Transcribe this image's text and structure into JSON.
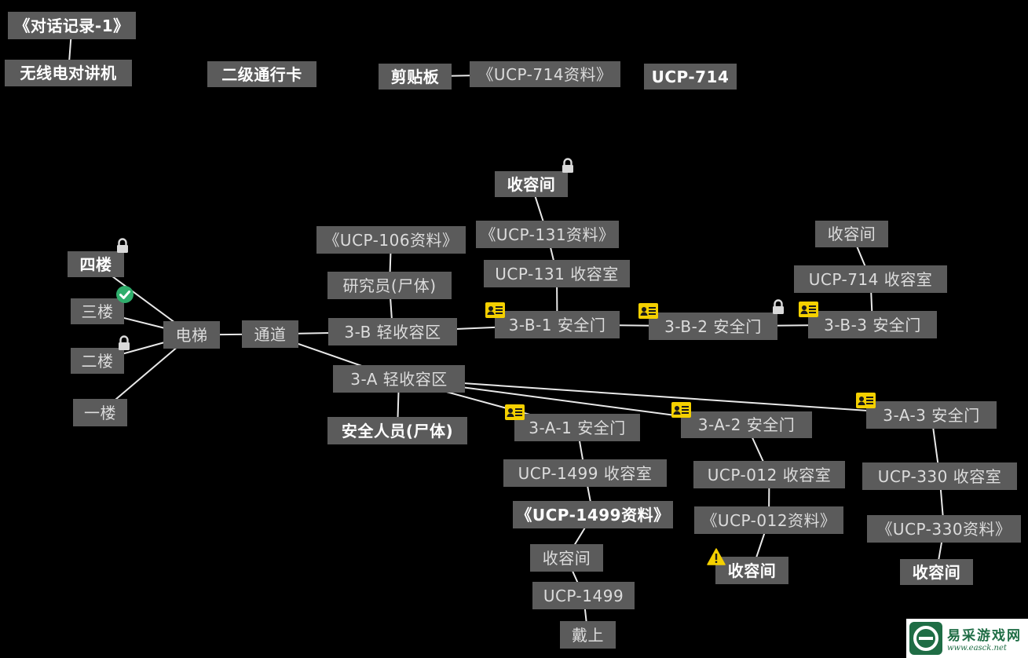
{
  "nodes": {
    "dialog_log": "《对话记录-1》",
    "radio": "无线电对讲机",
    "level2_card": "二级通行卡",
    "clipboard": "剪贴板",
    "ucp714_doc": "《UCP-714资料》",
    "ucp714": "UCP-714",
    "floor4": "四楼",
    "floor3": "三楼",
    "floor2": "二楼",
    "floor1": "一楼",
    "elevator": "电梯",
    "corridor": "通道",
    "zone_3b": "3-B 轻收容区",
    "zone_3a": "3-A 轻收容区",
    "ucp106_doc": "《UCP-106资料》",
    "researcher": "研究员(尸体)",
    "guard": "安全人员(尸体)",
    "cell_top": "收容间",
    "ucp131_doc": "《UCP-131资料》",
    "ucp131_room": "UCP-131 收容室",
    "door_3b1": "3-B-1 安全门",
    "door_3b2": "3-B-2 安全门",
    "door_3b3": "3-B-3 安全门",
    "cell_714": "收容间",
    "ucp714_room": "UCP-714 收容室",
    "door_3a1": "3-A-1 安全门",
    "door_3a2": "3-A-2 安全门",
    "door_3a3": "3-A-3 安全门",
    "ucp1499_room": "UCP-1499 收容室",
    "ucp1499_doc": "《UCP-1499资料》",
    "cell_1499": "收容间",
    "ucp1499": "UCP-1499",
    "wear": "戴上",
    "ucp012_room": "UCP-012 收容室",
    "ucp012_doc": "《UCP-012资料》",
    "cell_012": "收容间",
    "ucp330_room": "UCP-330 收容室",
    "ucp330_doc": "《UCP-330资料》",
    "cell_330": "收容间"
  },
  "badges": [
    {
      "type": "lock-icon",
      "target": "floor4"
    },
    {
      "type": "check-icon",
      "target": "floor3"
    },
    {
      "type": "lock-icon",
      "target": "floor2"
    },
    {
      "type": "lock-icon",
      "target": "cell_top"
    },
    {
      "type": "lock-icon",
      "target": "door_3b2"
    },
    {
      "type": "id-card-icon",
      "target": "door_3b1"
    },
    {
      "type": "id-card-icon",
      "target": "door_3b2"
    },
    {
      "type": "id-card-icon",
      "target": "door_3b3"
    },
    {
      "type": "id-card-icon",
      "target": "door_3a1"
    },
    {
      "type": "id-card-icon",
      "target": "door_3a2"
    },
    {
      "type": "id-card-icon",
      "target": "door_3a3"
    },
    {
      "type": "warning-icon",
      "target": "cell_012"
    }
  ],
  "colors": {
    "background": "#000000",
    "node": "#5b5b5b",
    "node_text": "#dcdcdc",
    "link": "#e8e8e8",
    "id_card": "#f4d000",
    "check": "#2fae6c",
    "lock": "#d9d9d9",
    "warning": "#f4d000"
  },
  "watermark": {
    "name": "易采游戏网",
    "url": "www.easck.net"
  }
}
